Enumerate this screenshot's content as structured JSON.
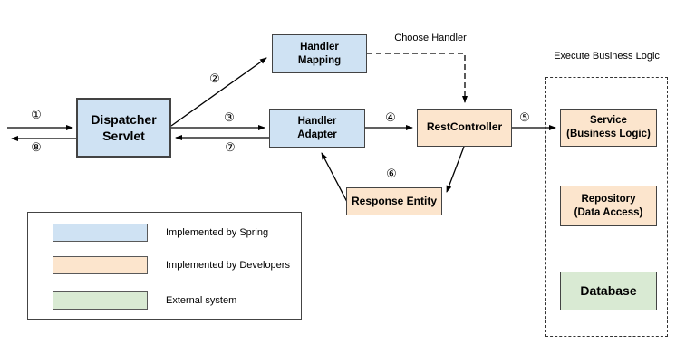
{
  "diagram": {
    "nodes": {
      "dispatcher_servlet": {
        "label": "Dispatcher\nServlet",
        "color": "#cfe2f3"
      },
      "handler_mapping": {
        "label": "Handler\nMapping",
        "color": "#cfe2f3"
      },
      "handler_adapter": {
        "label": "Handler\nAdapter",
        "color": "#cfe2f3"
      },
      "rest_controller": {
        "label": "RestController",
        "color": "#fce5cd"
      },
      "response_entity": {
        "label": "Response Entity",
        "color": "#fce5cd"
      },
      "service": {
        "label": "Service\n(Business Logic)",
        "color": "#fce5cd"
      },
      "repository": {
        "label": "Repository\n(Data Access)",
        "color": "#fce5cd"
      },
      "database": {
        "label": "Database",
        "color": "#d9ead3"
      }
    },
    "group": {
      "label": "Execute Business Logic"
    },
    "edge_labels": {
      "choose_handler": "Choose Handler"
    },
    "steps": {
      "n1": "①",
      "n2": "②",
      "n3": "③",
      "n4": "④",
      "n5": "⑤",
      "n6": "⑥",
      "n7": "⑦",
      "n8": "⑧"
    },
    "legend": {
      "items": [
        {
          "label": "Implemented by Spring",
          "color": "#cfe2f3"
        },
        {
          "label": "Implemented by Developers",
          "color": "#fce5cd"
        },
        {
          "label": "External system",
          "color": "#d9ead3"
        }
      ]
    }
  }
}
